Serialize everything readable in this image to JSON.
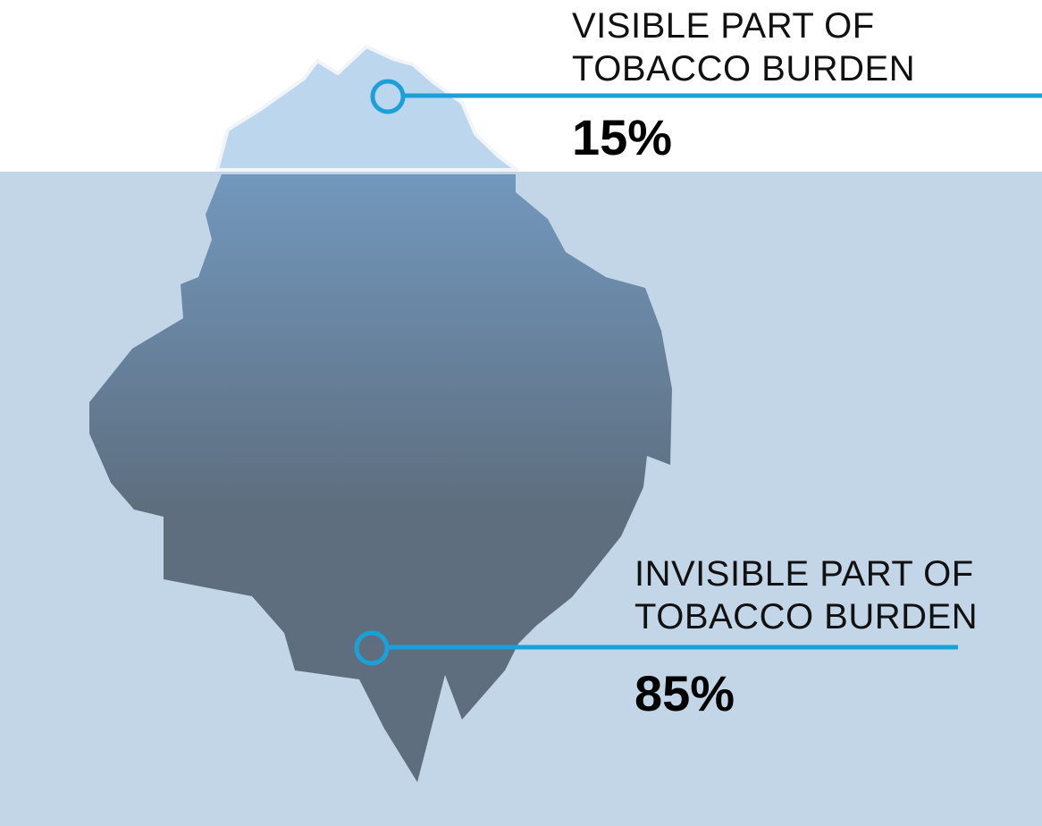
{
  "visible_part": {
    "heading_line1": "VISIBLE PART OF",
    "heading_line2": "TOBACCO BURDEN",
    "value": "15%"
  },
  "invisible_part": {
    "heading_line1": "INVISIBLE PART OF",
    "heading_line2": "TOBACCO BURDEN",
    "value": "85%"
  },
  "colors": {
    "water": "#c3d6e8",
    "tip": "#bcd6ee",
    "berg_top": "#7298bd",
    "berg_bottom": "#5d6e7e",
    "pointer": "#1ba0d8"
  }
}
